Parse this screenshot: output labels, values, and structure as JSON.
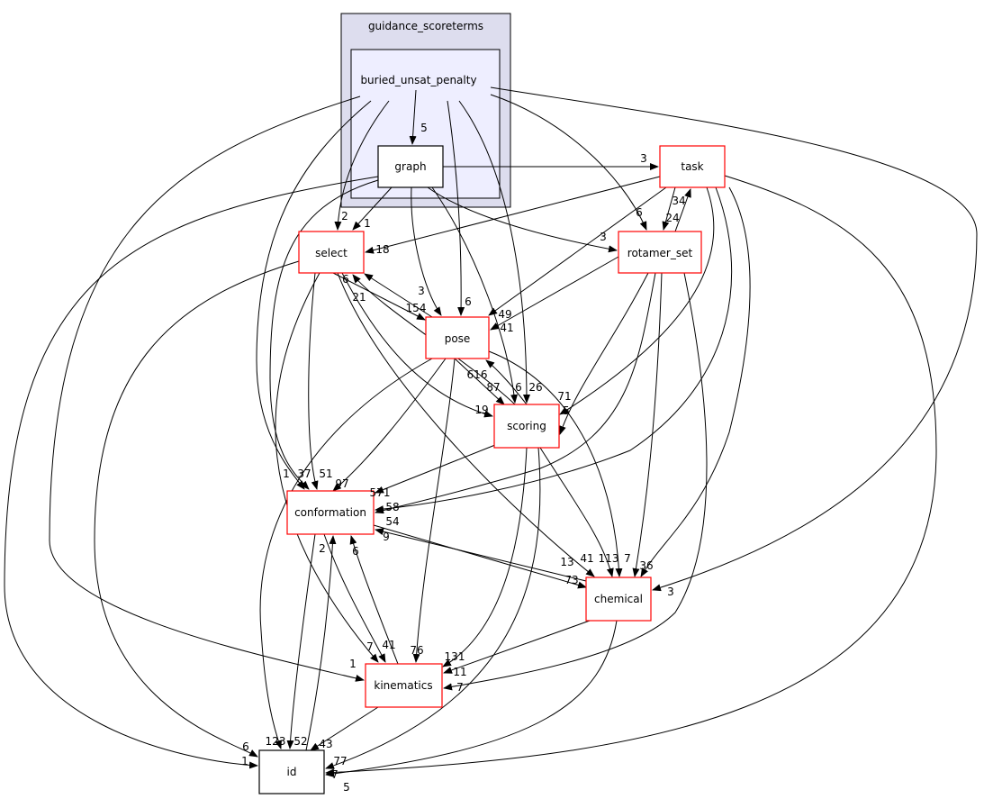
{
  "clusters": {
    "outer": {
      "label": "guidance_scoreterms",
      "fill": "#ddddee"
    },
    "inner": {
      "label": "buried_unsat_penalty",
      "fill": "#eeeeff"
    }
  },
  "nodes": {
    "graph": "graph",
    "task": "task",
    "select": "select",
    "rotamer_set": "rotamer_set",
    "pose": "pose",
    "scoring": "scoring",
    "conformation": "conformation",
    "chemical": "chemical",
    "kinematics": "kinematics",
    "id": "id"
  },
  "colors": {
    "node_border": "#ff0000",
    "local_node_border": "#000000",
    "edge": "#000000"
  },
  "edges": [
    {
      "from": "buried_unsat_penalty",
      "to": "graph",
      "label": "5"
    },
    {
      "from": "buried_unsat_penalty",
      "to": "select",
      "label": "2"
    },
    {
      "from": "buried_unsat_penalty",
      "to": "conformation",
      "label": "1"
    },
    {
      "from": "buried_unsat_penalty",
      "to": "kinematics",
      "label": "1"
    },
    {
      "from": "buried_unsat_penalty",
      "to": "pose",
      "label": "6"
    },
    {
      "from": "buried_unsat_penalty",
      "to": "scoring",
      "label": "26"
    },
    {
      "from": "buried_unsat_penalty",
      "to": "rotamer_set",
      "label": "6"
    },
    {
      "from": "buried_unsat_penalty",
      "to": "chemical",
      "label": "3"
    },
    {
      "from": "graph",
      "to": "task",
      "label": "3"
    },
    {
      "from": "graph",
      "to": "select",
      "label": "1"
    },
    {
      "from": "graph",
      "to": "id",
      "label": "1"
    },
    {
      "from": "graph",
      "to": "pose",
      "label": "3"
    },
    {
      "from": "graph",
      "to": "rotamer_set",
      "label": "3"
    },
    {
      "from": "graph",
      "to": "scoring",
      "label": "6"
    },
    {
      "from": "graph",
      "to": "conformation",
      "label": "37"
    },
    {
      "from": "task",
      "to": "select",
      "label": "18"
    },
    {
      "from": "task",
      "to": "pose",
      "label": "49"
    },
    {
      "from": "task",
      "to": "rotamer_set",
      "label": "24"
    },
    {
      "from": "rotamer_set",
      "to": "task",
      "label": "34"
    },
    {
      "from": "task",
      "to": "scoring",
      "label": "71"
    },
    {
      "from": "task",
      "to": "conformation",
      "label": "58"
    },
    {
      "from": "task",
      "to": "chemical",
      "label": "36"
    },
    {
      "from": "task",
      "to": "id",
      "label": "7"
    },
    {
      "from": "select",
      "to": "pose",
      "label": "154"
    },
    {
      "from": "pose",
      "to": "select",
      "label": "6"
    },
    {
      "from": "select",
      "to": "scoring",
      "label": "19"
    },
    {
      "from": "scoring",
      "to": "select",
      "label": "21"
    },
    {
      "from": "select",
      "to": "chemical",
      "label": "13"
    },
    {
      "from": "select",
      "to": "conformation",
      "label": "51"
    },
    {
      "from": "select",
      "to": "kinematics",
      "label": "7"
    },
    {
      "from": "select",
      "to": "id",
      "label": "6"
    },
    {
      "from": "rotamer_set",
      "to": "pose",
      "label": "41"
    },
    {
      "from": "rotamer_set",
      "to": "scoring",
      "label": "5"
    },
    {
      "from": "rotamer_set",
      "to": "conformation",
      "label": "54"
    },
    {
      "from": "rotamer_set",
      "to": "chemical",
      "label": "113"
    },
    {
      "from": "rotamer_set",
      "to": "kinematics",
      "label": "7"
    },
    {
      "from": "pose",
      "to": "scoring",
      "label": "87"
    },
    {
      "from": "scoring",
      "to": "pose",
      "label": "616"
    },
    {
      "from": "pose",
      "to": "conformation",
      "label": "97"
    },
    {
      "from": "pose",
      "to": "chemical",
      "label": "7"
    },
    {
      "from": "pose",
      "to": "kinematics",
      "label": "76"
    },
    {
      "from": "pose",
      "to": "id",
      "label": "123"
    },
    {
      "from": "conformation",
      "to": "id",
      "label": "52"
    },
    {
      "from": "id",
      "to": "conformation",
      "label": "2"
    },
    {
      "from": "scoring",
      "to": "conformation",
      "label": "571"
    },
    {
      "from": "scoring",
      "to": "chemical",
      "label": "41"
    },
    {
      "from": "scoring",
      "to": "kinematics",
      "label": "131"
    },
    {
      "from": "scoring",
      "to": "id",
      "label": "77"
    },
    {
      "from": "conformation",
      "to": "chemical",
      "label": "73"
    },
    {
      "from": "chemical",
      "to": "conformation",
      "label": "9"
    },
    {
      "from": "conformation",
      "to": "kinematics",
      "label": "41"
    },
    {
      "from": "kinematics",
      "to": "conformation",
      "label": "6"
    },
    {
      "from": "chemical",
      "to": "kinematics",
      "label": "11"
    },
    {
      "from": "chemical",
      "to": "id",
      "label": "5"
    },
    {
      "from": "kinematics",
      "to": "id",
      "label": "43"
    }
  ]
}
